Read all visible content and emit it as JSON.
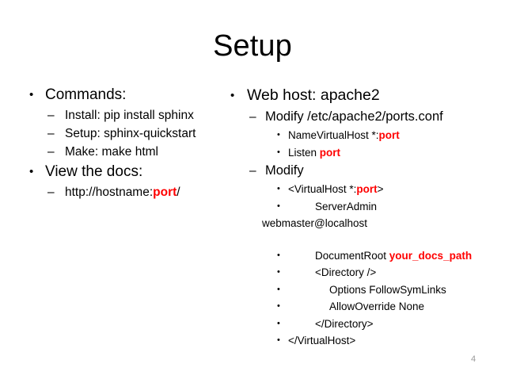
{
  "slide": {
    "title": "Setup",
    "page_number": "4",
    "accent_color": "#ff0000",
    "page_number_color": "#9a9a9a",
    "background_color": "#ffffff",
    "text_color": "#000000"
  },
  "bullets": {
    "dot": "•",
    "dash": "–",
    "small_dot": "•"
  },
  "left_column": {
    "commands_heading": "Commands:",
    "install": "Install: pip install sphinx",
    "setup": "Setup: sphinx-quickstart",
    "make": "Make: make html",
    "view_heading": "View the docs:",
    "url_prefix": "http://hostname:",
    "url_port": "port",
    "url_suffix": "/"
  },
  "right_column": {
    "webhost_heading": "Web host: apache2",
    "modify_ports": "Modify /etc/apache2/ports.conf",
    "namevirtualhost_prefix": "NameVirtualHost *:",
    "namevirtualhost_port": "port",
    "listen_prefix": "Listen ",
    "listen_port": "port",
    "modify": "Modify",
    "virtualhost_open_prefix": "<VirtualHost *:",
    "virtualhost_open_port": "port",
    "virtualhost_open_suffix": ">",
    "serveradmin": "ServerAdmin",
    "serveradmin_wrap": "webmaster@localhost",
    "documentroot_prefix": "DocumentRoot ",
    "documentroot_value": "your_docs_path",
    "directory_open": "<Directory />",
    "options": "Options FollowSymLinks",
    "allowoverride": "AllowOverride None",
    "directory_close": "</Directory>",
    "virtualhost_close": "</VirtualHost>"
  }
}
